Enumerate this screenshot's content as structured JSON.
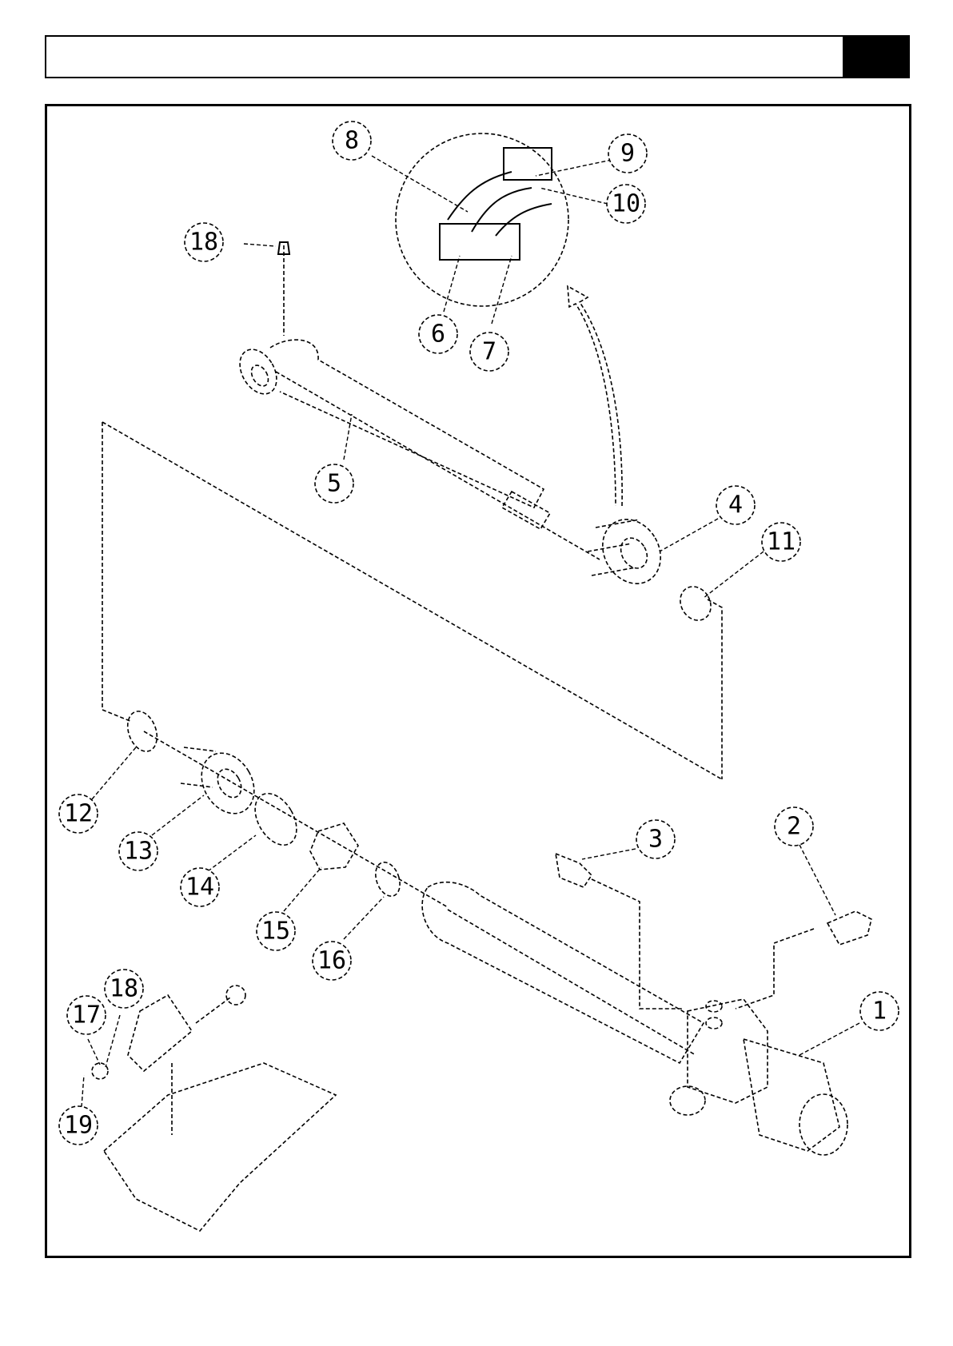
{
  "header": {
    "title": ""
  },
  "callouts": [
    {
      "id": "c1",
      "label": "1"
    },
    {
      "id": "c2",
      "label": "2"
    },
    {
      "id": "c3",
      "label": "3"
    },
    {
      "id": "c4",
      "label": "4"
    },
    {
      "id": "c5",
      "label": "5"
    },
    {
      "id": "c6",
      "label": "6"
    },
    {
      "id": "c7",
      "label": "7"
    },
    {
      "id": "c8",
      "label": "8"
    },
    {
      "id": "c9",
      "label": "9"
    },
    {
      "id": "c10",
      "label": "10"
    },
    {
      "id": "c11",
      "label": "11"
    },
    {
      "id": "c12",
      "label": "12"
    },
    {
      "id": "c13",
      "label": "13"
    },
    {
      "id": "c14",
      "label": "14"
    },
    {
      "id": "c15",
      "label": "15"
    },
    {
      "id": "c16",
      "label": "16"
    },
    {
      "id": "c17",
      "label": "17"
    },
    {
      "id": "c18a",
      "label": "18"
    },
    {
      "id": "c18b",
      "label": "18"
    },
    {
      "id": "c19",
      "label": "19"
    }
  ]
}
